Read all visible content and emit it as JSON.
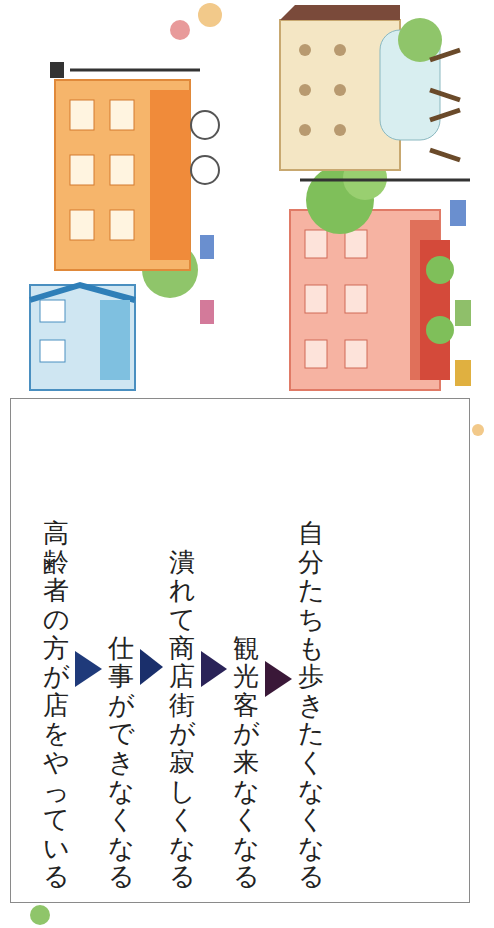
{
  "diagram": {
    "nodes": [
      {
        "text": [
          "高齢者の方が店をやっている",
          "仕事ができなくなる",
          "潰れて商店街が寂しくなる",
          "観光客が来なくなる",
          "自分たちも歩きたくなくなる"
        ]
      }
    ]
  }
}
